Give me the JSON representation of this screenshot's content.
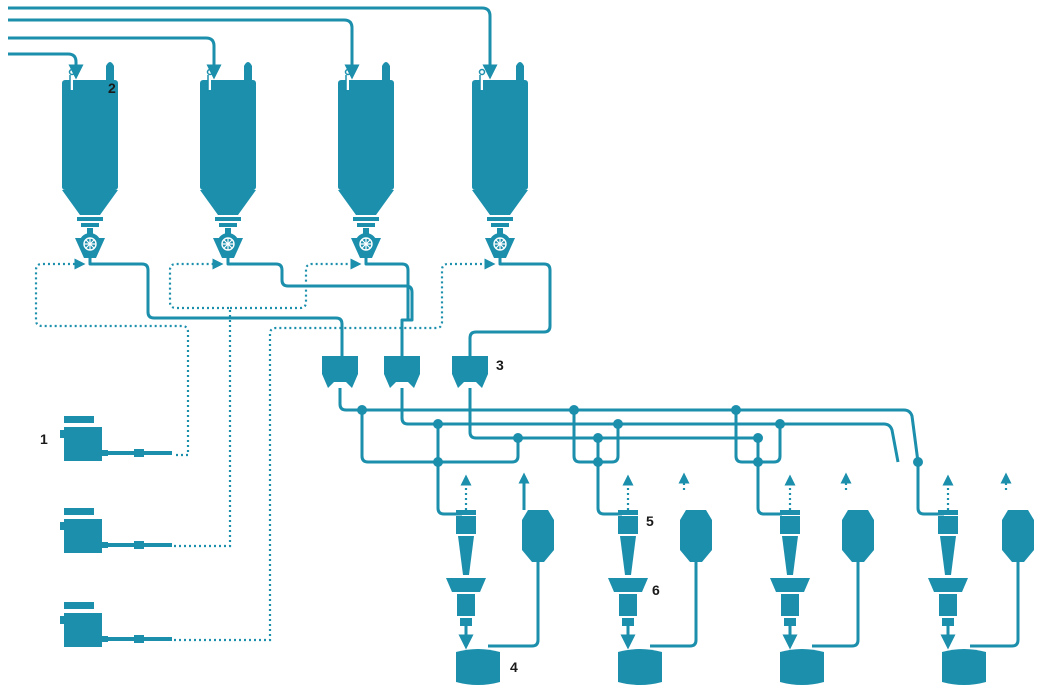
{
  "diagram": {
    "colors": {
      "equipment": "#1b8fac",
      "label": "#1a1a1a"
    },
    "callouts": [
      {
        "id": "1",
        "text": "1"
      },
      {
        "id": "2",
        "text": "2"
      },
      {
        "id": "3",
        "text": "3"
      },
      {
        "id": "4",
        "text": "4"
      },
      {
        "id": "5",
        "text": "5"
      },
      {
        "id": "6",
        "text": "6"
      }
    ],
    "components": {
      "blowers": 3,
      "silos": 4,
      "rotary_valves": 4,
      "diverter_valves": 3,
      "cyclone_stations": 4,
      "receiving_bins": 4
    }
  }
}
